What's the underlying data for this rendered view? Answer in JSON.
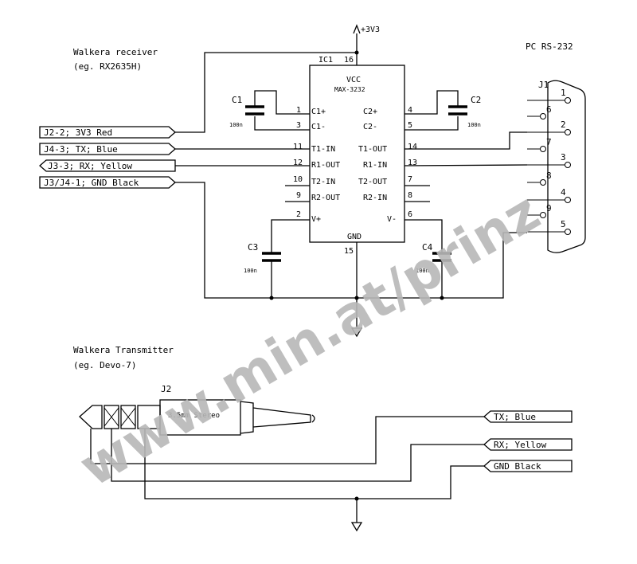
{
  "receiver": {
    "title": "Walkera receiver",
    "subtitle": "(eg.  RX2635H)"
  },
  "pc": {
    "title": "PC RS-232",
    "ref": "J1"
  },
  "power": {
    "label": "+3V3"
  },
  "ic": {
    "ref": "IC1",
    "vcc": "VCC",
    "part": "MAX-3232",
    "gnd": "GND",
    "pin_vcc": "16",
    "pin_gnd": "15",
    "left_pins": [
      {
        "num": "1",
        "name": "C1+"
      },
      {
        "num": "3",
        "name": "C1-"
      },
      {
        "num": "11",
        "name": "T1-IN"
      },
      {
        "num": "12",
        "name": "R1-OUT"
      },
      {
        "num": "10",
        "name": "T2-IN"
      },
      {
        "num": "9",
        "name": "R2-OUT"
      },
      {
        "num": "2",
        "name": "V+"
      }
    ],
    "right_pins": [
      {
        "num": "4",
        "name": "C2+"
      },
      {
        "num": "5",
        "name": "C2-"
      },
      {
        "num": "14",
        "name": "T1-OUT"
      },
      {
        "num": "13",
        "name": "R1-IN"
      },
      {
        "num": "7",
        "name": "T2-OUT"
      },
      {
        "num": "8",
        "name": "R2-IN"
      },
      {
        "num": "6",
        "name": "V-"
      }
    ]
  },
  "capacitors": [
    {
      "ref": "C1",
      "value": "100n"
    },
    {
      "ref": "C2",
      "value": "100n"
    },
    {
      "ref": "C3",
      "value": "100n"
    },
    {
      "ref": "C4",
      "value": "100n"
    }
  ],
  "receiver_connectors": [
    "J2-2; 3V3 Red",
    "J4-3; TX; Blue",
    "J3-3; RX; Yellow",
    "J3/J4-1; GND Black"
  ],
  "db9_pins": [
    "1",
    "6",
    "2",
    "7",
    "3",
    "8",
    "4",
    "9",
    "5"
  ],
  "transmitter": {
    "title": "Walkera Transmitter",
    "subtitle": "(eg. Devo-7)",
    "jack_ref": "J2",
    "jack_label": "3.5mm Stereo",
    "connectors": [
      "TX; Blue",
      "RX; Yellow",
      "GND Black"
    ]
  },
  "watermark": "www.min.at/prinz"
}
